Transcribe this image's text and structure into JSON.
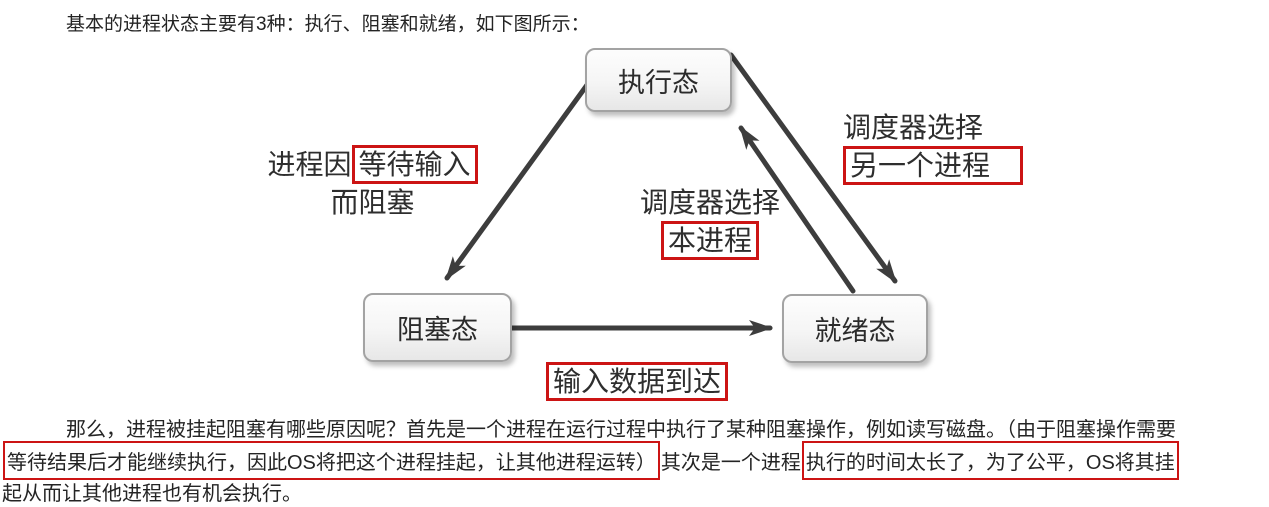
{
  "intro": {
    "text": "基本的进程状态主要有3种：执行、阻塞和就绪，如下图所示："
  },
  "diagram": {
    "nodes": {
      "running": "执行态",
      "blocked": "阻塞态",
      "ready": "就绪态"
    },
    "labels": {
      "blocked_reason": {
        "prefix": "进程因",
        "highlight": "等待输入",
        "line2": "而阻塞"
      },
      "scheduler_other": {
        "line1": "调度器选择",
        "highlight": "另一个进程"
      },
      "scheduler_this": {
        "line1": "调度器选择",
        "highlight": "本进程"
      },
      "input_arrival": {
        "highlight": "输入数据到达"
      }
    }
  },
  "paragraph": {
    "line1": "那么，进程被挂起阻塞有哪些原因呢？首先是一个进程在运行过程中执行了某种阻塞操作，例如读写磁盘。（由于阻塞操作需要",
    "line2_box1": "等待结果后才能继续执行，因此OS将把这个进程挂起，让其他进程运转）",
    "line2_mid": "其次是一个进程",
    "line2_box2": "执行的时间太长了，为了公平，OS将其挂",
    "line3": "起从而让其他进程也有机会执行。"
  },
  "colors": {
    "accent_red": "#cc1414",
    "arrow_gray": "#3d3d3d",
    "text_color": "#242424",
    "node_border": "#a3a3a3"
  }
}
